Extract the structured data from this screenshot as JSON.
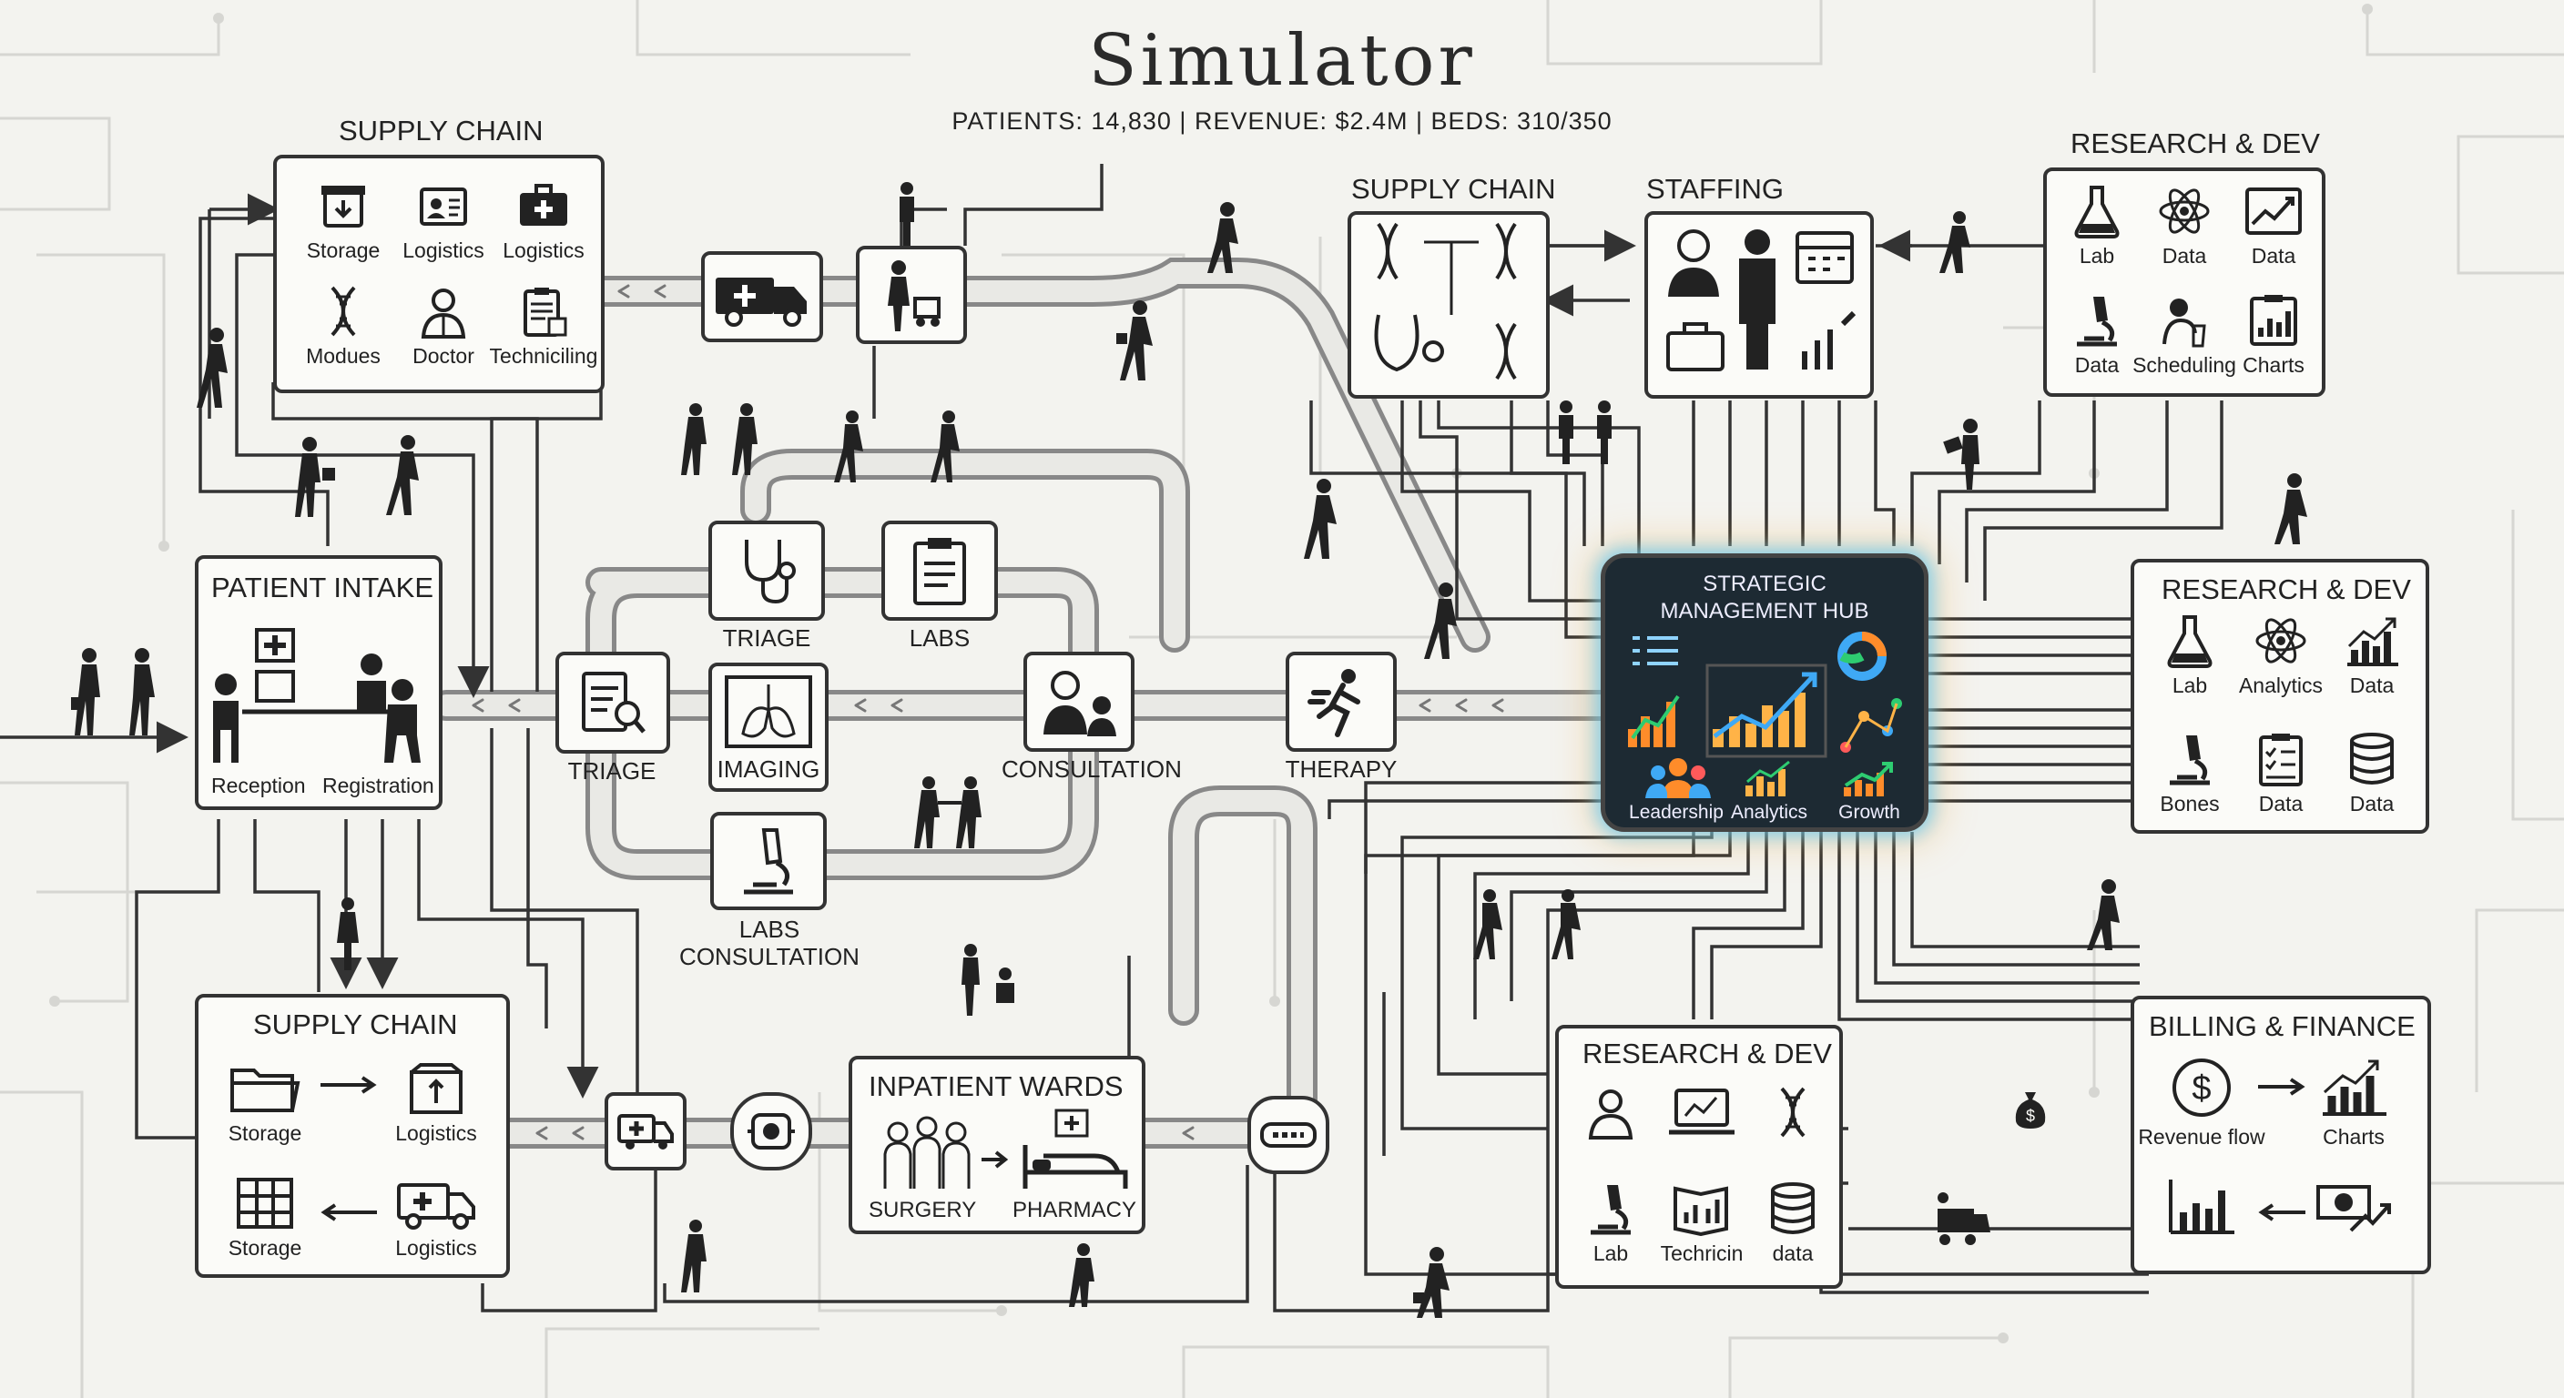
{
  "header": {
    "title": "Simulator",
    "stats": "PATIENTS: 14,830  |  REVENUE: $2.4M  |  BEDS: 310/350"
  },
  "supply_chain_top": {
    "title": "SUPPLY CHAIN",
    "cells": [
      {
        "label": "Storage",
        "icon": "box-download-icon"
      },
      {
        "label": "Logistics",
        "icon": "id-card-icon"
      },
      {
        "label": "Logistics",
        "icon": "medical-kit-icon"
      },
      {
        "label": "Modues",
        "icon": "dna-icon"
      },
      {
        "label": "Doctor",
        "icon": "doctor-icon"
      },
      {
        "label": "Techniciling",
        "icon": "clipboard-icon"
      }
    ]
  },
  "supply_chain_mid": {
    "title": "SUPPLY CHAIN"
  },
  "staffing": {
    "title": "STAFFING"
  },
  "research_top": {
    "title": "RESEARCH & DEV",
    "cells": [
      {
        "label": "Lab",
        "icon": "flask-icon"
      },
      {
        "label": "Data",
        "icon": "atom-icon"
      },
      {
        "label": "Data",
        "icon": "trend-chart-icon"
      },
      {
        "label": "Data",
        "icon": "microscope-icon"
      },
      {
        "label": "Scheduling",
        "icon": "scientist-icon"
      },
      {
        "label": "Charts",
        "icon": "clipboard-chart-icon"
      }
    ]
  },
  "research_right": {
    "title": "RESEARCH & DEV",
    "cells": [
      {
        "label": "Lab",
        "icon": "flask-icon"
      },
      {
        "label": "Analytics",
        "icon": "atom-icon"
      },
      {
        "label": "Data",
        "icon": "bar-chart-icon"
      },
      {
        "label": "Bones",
        "icon": "microscope-icon"
      },
      {
        "label": "Data",
        "icon": "checklist-icon"
      },
      {
        "label": "Data",
        "icon": "database-icon"
      }
    ]
  },
  "patient_intake": {
    "title": "PATIENT INTAKE",
    "cells": [
      {
        "label": "Reception"
      },
      {
        "label": "Registration"
      }
    ]
  },
  "hub": {
    "title": "STRATEGIC MANAGEMENT HUB",
    "labels": [
      "Leadership",
      "Analytics",
      "Growth"
    ]
  },
  "nodes": {
    "triage_top": "TRIAGE",
    "labs": "LABS",
    "triage": "TRIAGE",
    "imaging": "IMAGING",
    "consultation": "CONSULTATION",
    "therapy": "THERAPY",
    "labs_consult": "LABS\nCONSULTATION"
  },
  "supply_chain_bottom": {
    "title": "SUPPLY CHAIN",
    "cells": [
      {
        "label": "Storage",
        "icon": "folder-icon"
      },
      {
        "label": "Logistics",
        "icon": "package-icon"
      },
      {
        "label": "Storage",
        "icon": "shelves-icon"
      },
      {
        "label": "Logistics",
        "icon": "ambulance-icon"
      }
    ]
  },
  "inpatient": {
    "title": "INPATIENT WARDS",
    "cells": [
      {
        "label": "SURGERY"
      },
      {
        "label": "PHARMACY"
      }
    ]
  },
  "research_bottom": {
    "title": "RESEARCH & DEV",
    "cells": [
      {
        "label": "",
        "icon": "doctor-icon"
      },
      {
        "label": "",
        "icon": "laptop-icon"
      },
      {
        "label": "",
        "icon": "dna-icon"
      },
      {
        "label": "Lab",
        "icon": "microscope-icon"
      },
      {
        "label": "Techricin",
        "icon": "clipboard-chart-icon"
      },
      {
        "label": "data",
        "icon": "database-icon"
      }
    ]
  },
  "billing": {
    "title": "BILLING & FINANCE",
    "cells": [
      {
        "label": "Revenue flow",
        "icon": "dollar-coin-icon"
      },
      {
        "label": "Charts",
        "icon": "bar-chart-icon"
      },
      {
        "label": "",
        "icon": "bar-chart-icon"
      },
      {
        "label": "",
        "icon": "money-trend-icon"
      }
    ]
  },
  "colors": {
    "line": "#333333",
    "background": "#f3f3ef",
    "hub": "#1d2a33",
    "glow_blue": "#50c8ff",
    "glow_orange": "#ffaa3c"
  }
}
